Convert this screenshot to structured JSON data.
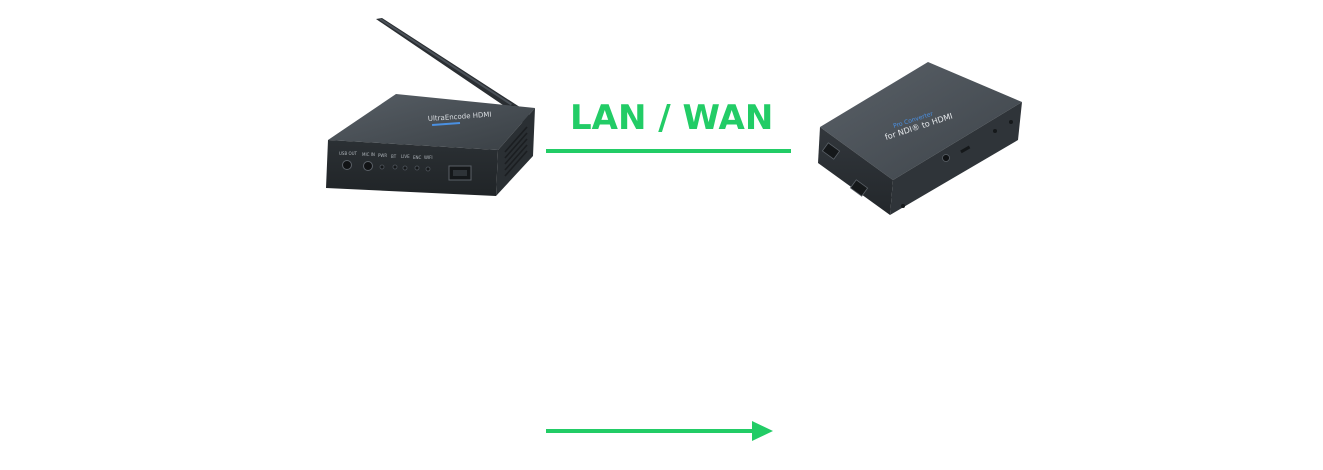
{
  "link": {
    "label": "LAN / WAN",
    "color": "#22cc66"
  },
  "encoder": {
    "brand_text": "UltraEncode HDMI",
    "port_labels": [
      "USB OUT",
      "MIC IN",
      "PWR",
      "BT",
      "LIVE",
      "ENC",
      "WIFI"
    ],
    "body_color": "#3f4449"
  },
  "converter": {
    "brand_line1": "Pro Converter",
    "brand_line2": "for NDI® to HDMI",
    "brand_color": "#4a90e2",
    "body_color": "#434a52"
  },
  "flow_arrow": {
    "direction": "right",
    "color": "#22cc66"
  }
}
